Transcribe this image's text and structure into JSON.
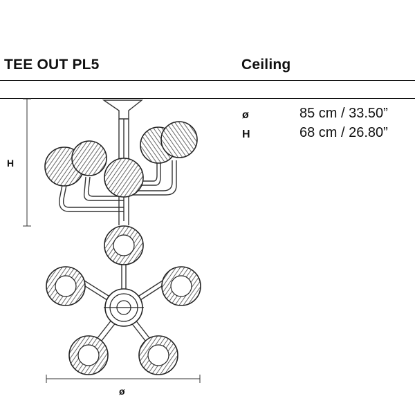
{
  "header": {
    "product_name": "TEE OUT PL5",
    "mount_type": "Ceiling"
  },
  "specs": [
    {
      "key": "ø",
      "value": "85 cm / 33.50”"
    },
    {
      "key": "H",
      "value": "68 cm / 26.80”"
    }
  ],
  "drawing": {
    "height_label": "H",
    "diameter_label": "ø"
  }
}
